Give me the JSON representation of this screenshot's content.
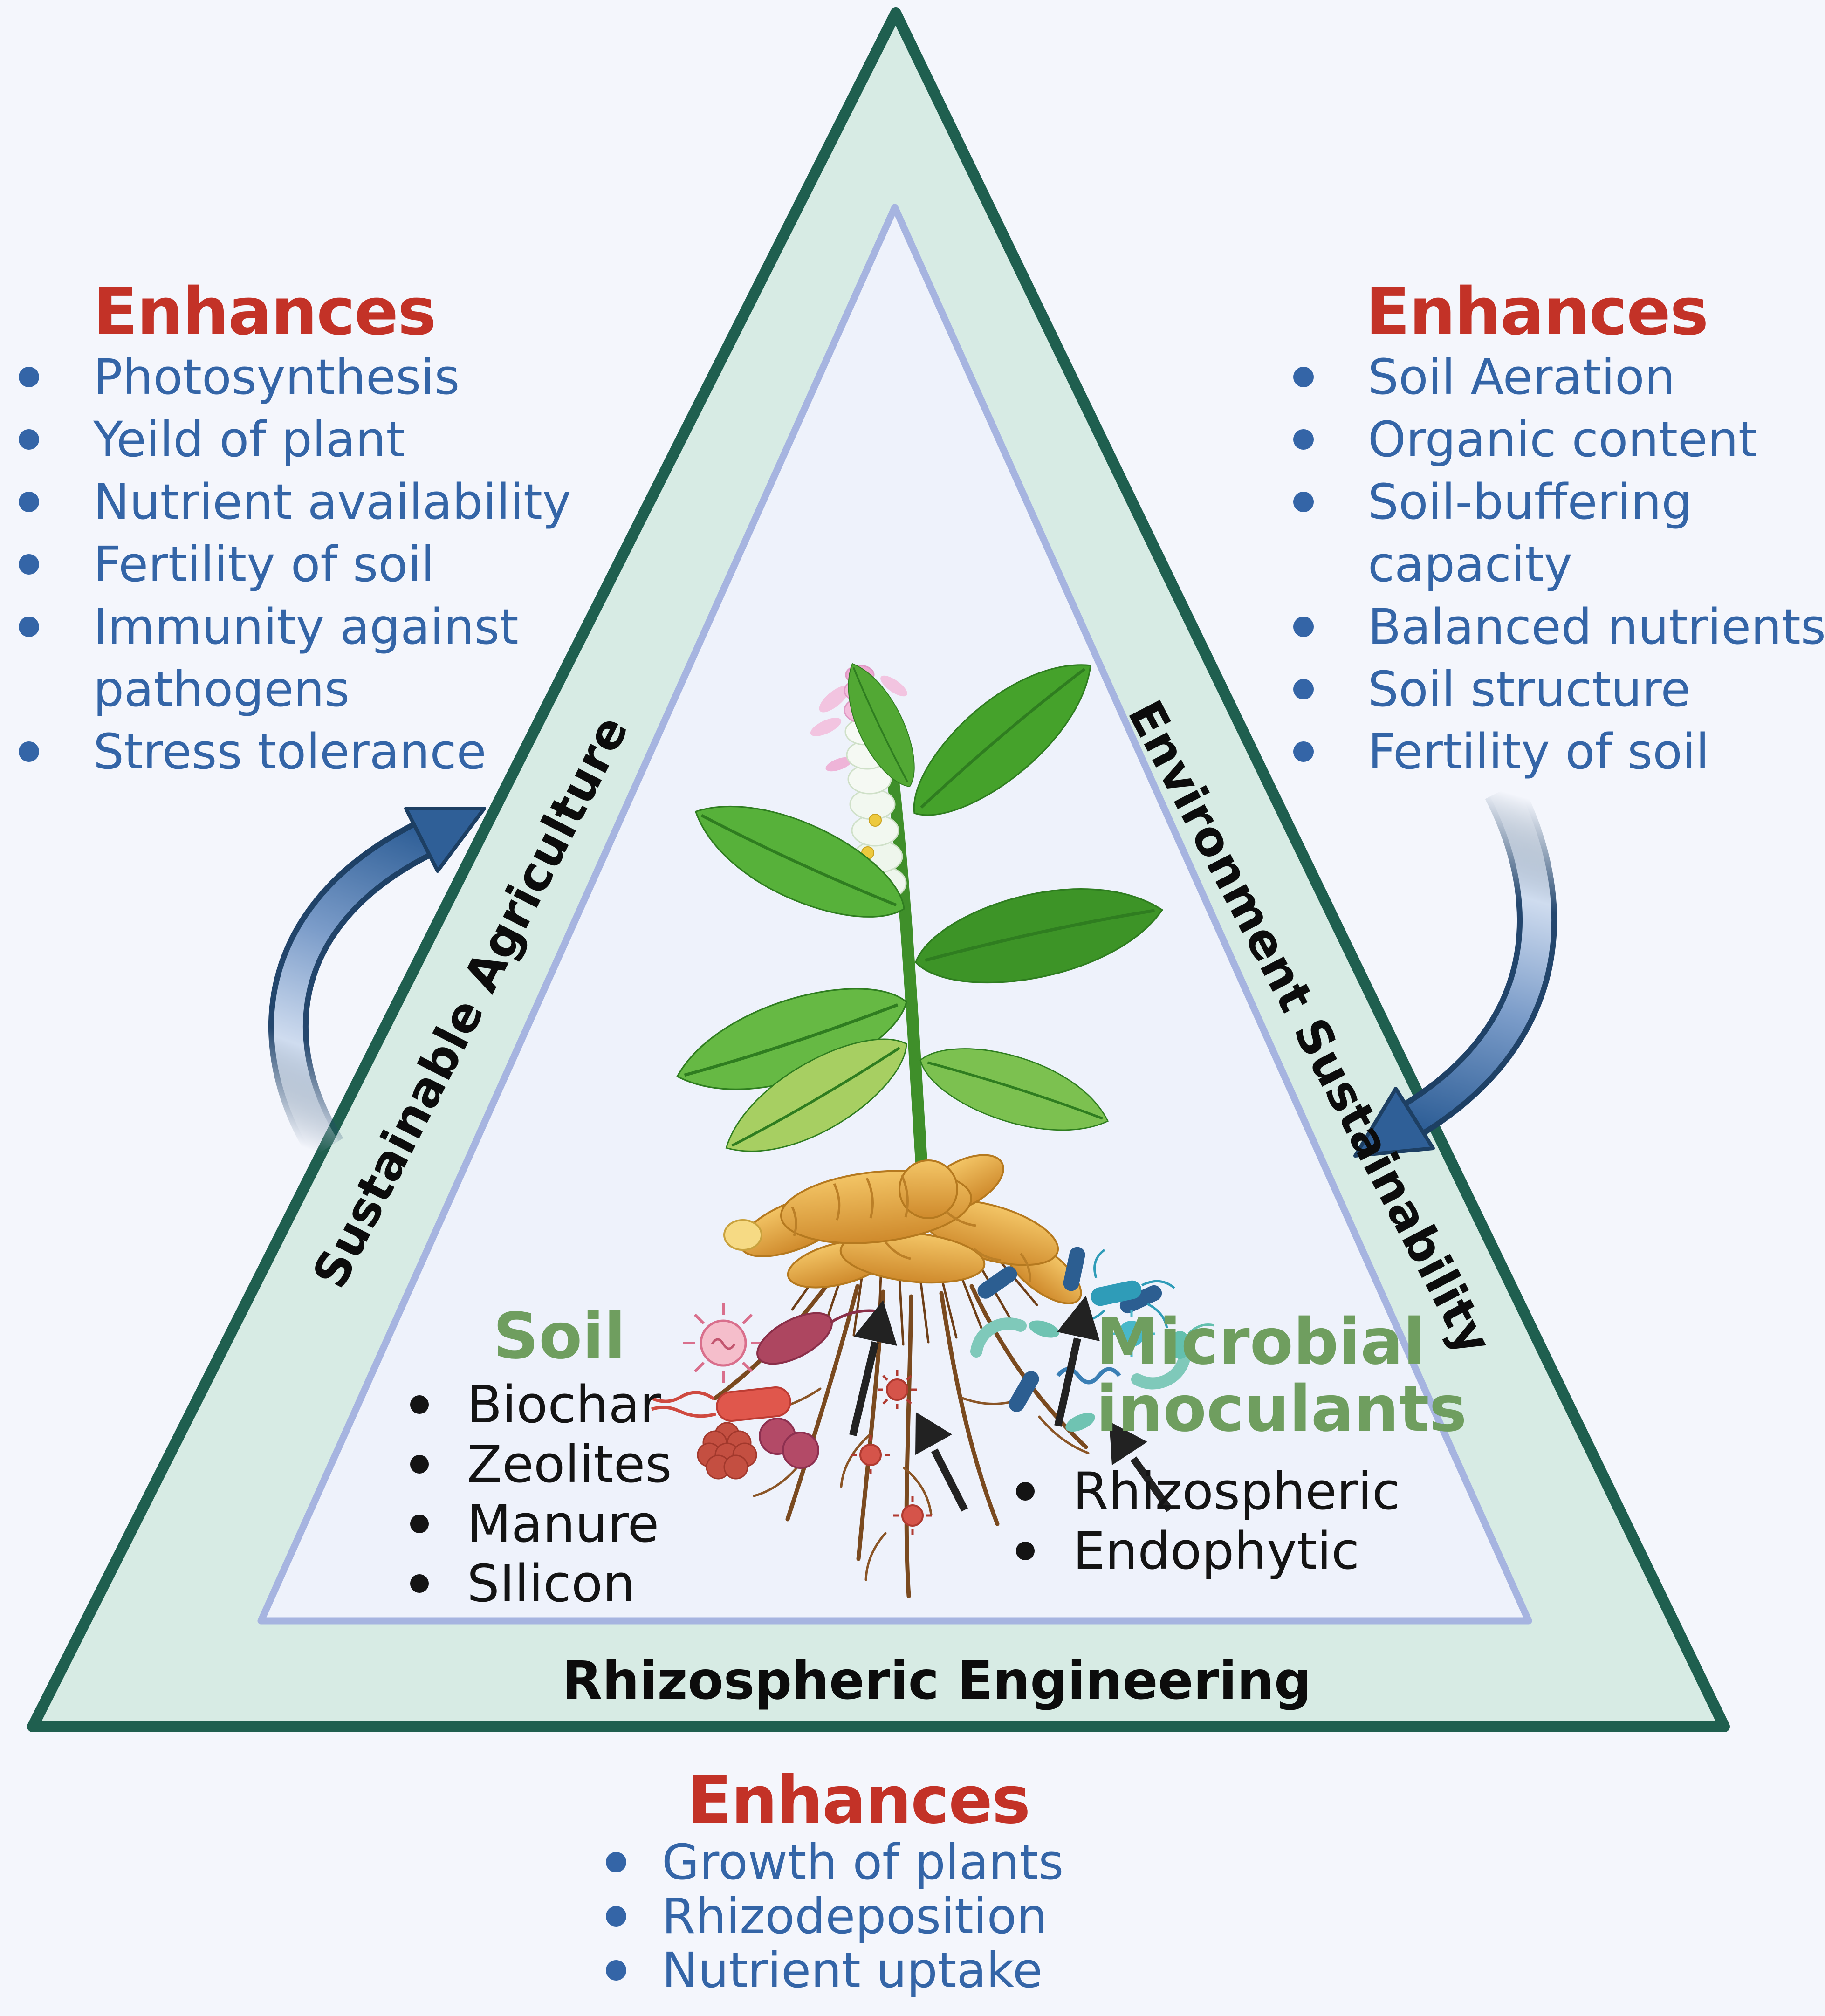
{
  "triangle": {
    "left_edge_label": "Sustainable Agriculture",
    "right_edge_label": "Environment Sustainability",
    "bottom_band_label": "Rhizospheric Engineering"
  },
  "left_benefits": {
    "heading": "Enhances",
    "items": [
      "Photosynthesis",
      "Yeild of plant",
      "Nutrient availability",
      "Fertility of soil",
      "Immunity against pathogens",
      "Stress tolerance"
    ]
  },
  "right_benefits": {
    "heading": "Enhances",
    "items": [
      "Soil Aeration",
      "Organic content",
      "Soil-buffering capacity",
      "Balanced nutrients",
      "Soil structure",
      "Fertility of soil"
    ]
  },
  "bottom_benefits": {
    "heading": "Enhances",
    "items": [
      "Growth of plants",
      "Rhizodeposition",
      "Nutrient uptake"
    ]
  },
  "soil_amendments": {
    "heading": "Soil",
    "items": [
      "Biochar",
      "Zeolites",
      "Manure",
      "SIlicon"
    ]
  },
  "microbial_inoculants": {
    "heading": "Microbial inoculants",
    "items": [
      "Rhizospheric",
      "Endophytic"
    ]
  },
  "illustration": {
    "center_icon": "turmeric-plant-with-rhizome-and-microbes-icon",
    "left_arrow_icon": "curved-arrow-up-right-icon",
    "right_arrow_icon": "curved-arrow-down-left-icon"
  },
  "colors": {
    "background": "#f4f6fc",
    "heading_red": "#c33227",
    "list_blue": "#3465a7",
    "group_green": "#6f9e5f",
    "band_fill_green": "#d7ebe4",
    "band_border_green": "#1f5f4f",
    "inner_fill": "#eef2fb",
    "inner_border": "#a6b4e0",
    "curved_arrow_blue": "#2f5f97"
  }
}
